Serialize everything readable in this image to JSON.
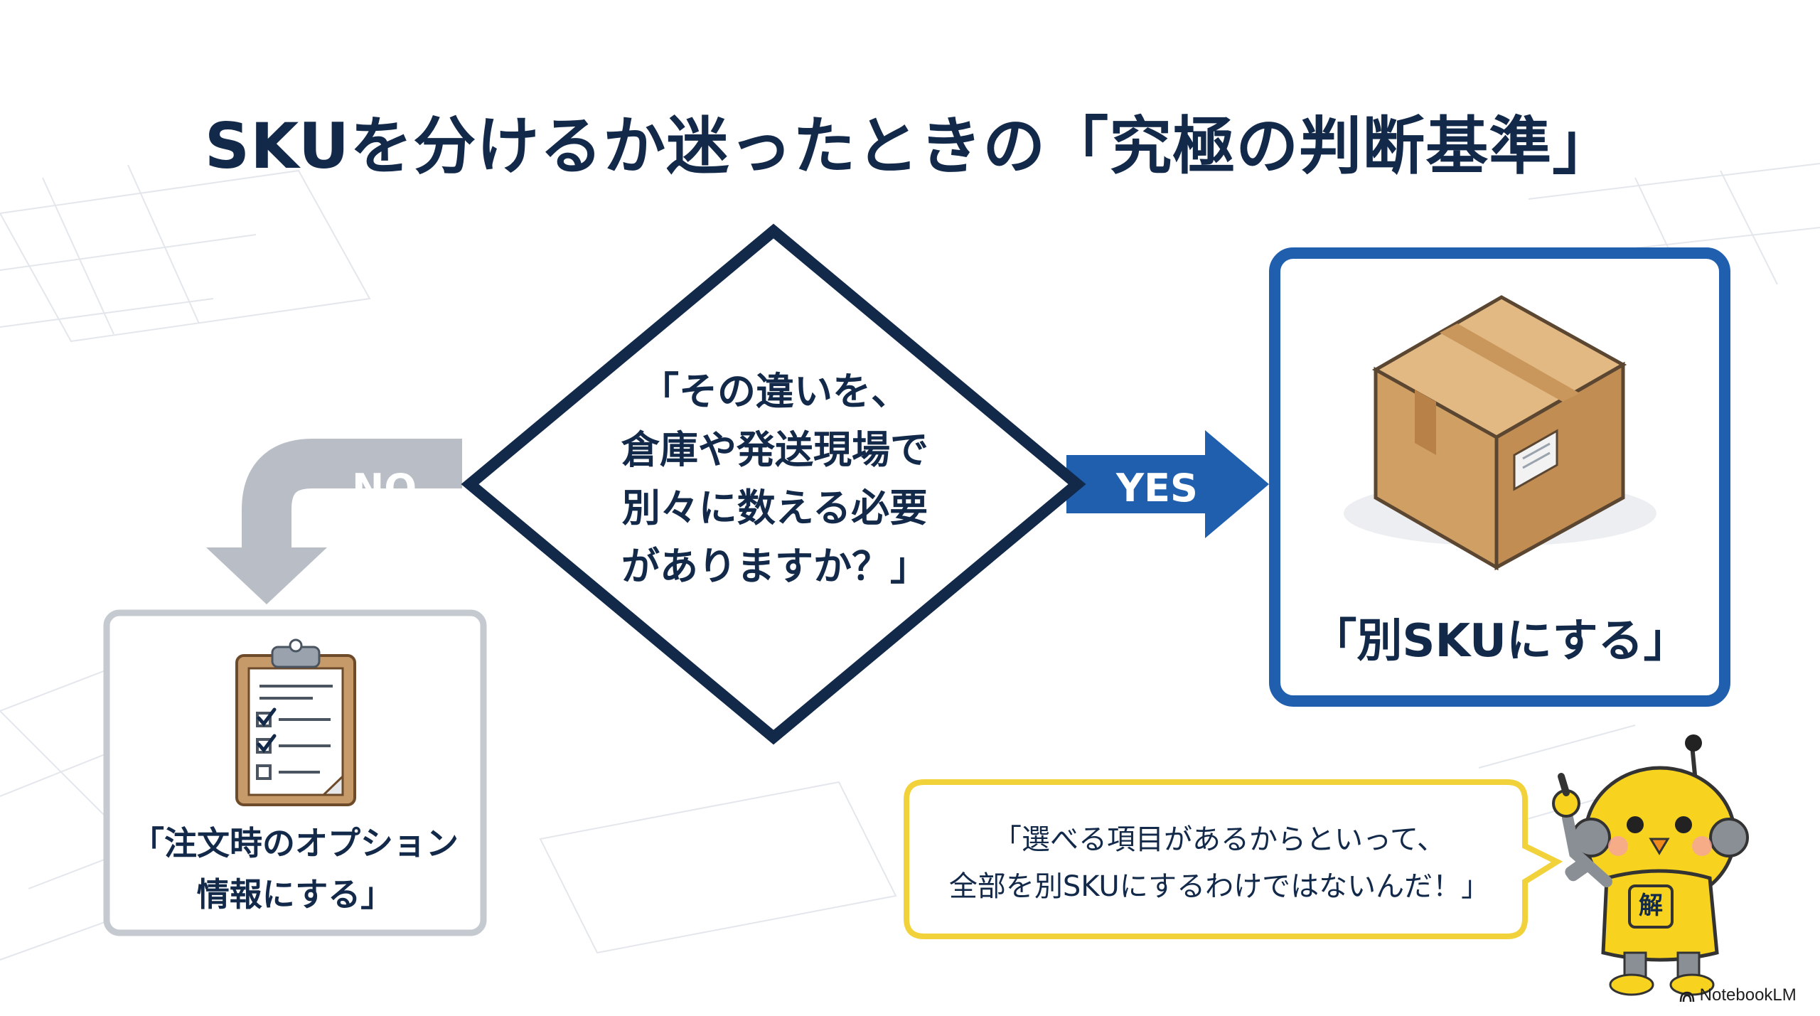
{
  "title": "SKUを分けるか迷ったときの「究極の判断基準」",
  "question": {
    "lines": [
      "「その違いを、",
      "倉庫や発送現場で",
      "別々に数える必要",
      "がありますか？」"
    ]
  },
  "branches": {
    "no_label": "NO",
    "yes_label": "YES"
  },
  "no_result": {
    "lines": [
      "「注文時のオプション",
      "情報にする」"
    ],
    "icon": "clipboard-checklist-icon"
  },
  "yes_result": {
    "label": "「別SKUにする」",
    "icon": "cardboard-box-icon"
  },
  "speech_bubble": {
    "lines": [
      "「選べる項目があるからといって、",
      "全部を別SKUにするわけではないんだ！」"
    ]
  },
  "mascot": {
    "badge": "解",
    "icon": "robot-chick-mascot-icon"
  },
  "brand": {
    "label": "NotebookLM"
  },
  "colors": {
    "navy": "#12294a",
    "blue": "#1f5fae",
    "gray": "#b9bec6",
    "yellow": "#f2d23a",
    "cardboard": "#d4a86f"
  }
}
